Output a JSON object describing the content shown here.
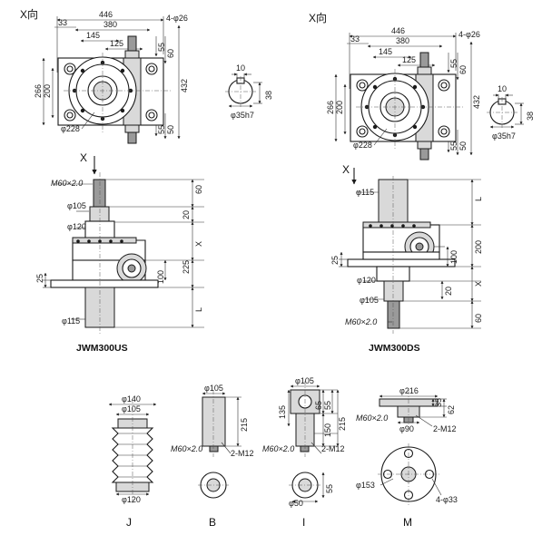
{
  "labels": {
    "view_x": "X向",
    "arrow_x": "X",
    "model_us": "JWM300US",
    "model_ds": "JWM300DS",
    "opt_j": "J",
    "opt_b": "B",
    "opt_i": "I",
    "opt_m": "M"
  },
  "top_view": {
    "dim_446": "446",
    "dim_380": "380",
    "dim_145": "145",
    "dim_125": "125",
    "dim_33": "33",
    "dim_266": "266",
    "dim_200": "200",
    "dim_432": "432",
    "dim_55a": "55",
    "dim_60": "60",
    "dim_55b": "55",
    "dim_50": "50",
    "holes": "4-φ26",
    "bore": "φ228"
  },
  "shaft_section": {
    "dim_10": "10",
    "dim_38": "38",
    "dia": "φ35h7"
  },
  "us_front": {
    "thread": "M60×2.0",
    "d105": "φ105",
    "d120": "φ120",
    "d115": "φ115",
    "dim_60": "60",
    "dim_20": "20",
    "dim_x": "X",
    "dim_225": "225",
    "dim_100": "100",
    "dim_25": "25",
    "dim_l": "L"
  },
  "ds_front": {
    "d115": "φ115",
    "d120": "φ120",
    "d105": "φ105",
    "thread": "M60×2.0",
    "dim_l": "L",
    "dim_200": "200",
    "dim_100": "100",
    "dim_25": "25",
    "dim_20": "20",
    "dim_x": "X",
    "dim_60": "60"
  },
  "option_j": {
    "d140": "φ140",
    "d105": "φ105",
    "d120": "φ120"
  },
  "option_b": {
    "d105": "φ105",
    "dim_215": "215",
    "thread": "M60×2.0",
    "screws": "2-M12"
  },
  "option_i": {
    "d105": "φ105",
    "dim_135": "135",
    "dim_65": "65",
    "dim_55": "55",
    "dim_150": "150",
    "dim_215": "215",
    "thread": "M60×2.0",
    "screws": "2-M12",
    "d50": "φ50",
    "dim_55b": "55"
  },
  "option_m": {
    "d216": "φ216",
    "dim_62": "62",
    "dim_35": "35",
    "thread": "M60×2.0",
    "d90": "φ90",
    "screws": "2-M12",
    "d153": "φ153",
    "holes": "4-φ33"
  }
}
